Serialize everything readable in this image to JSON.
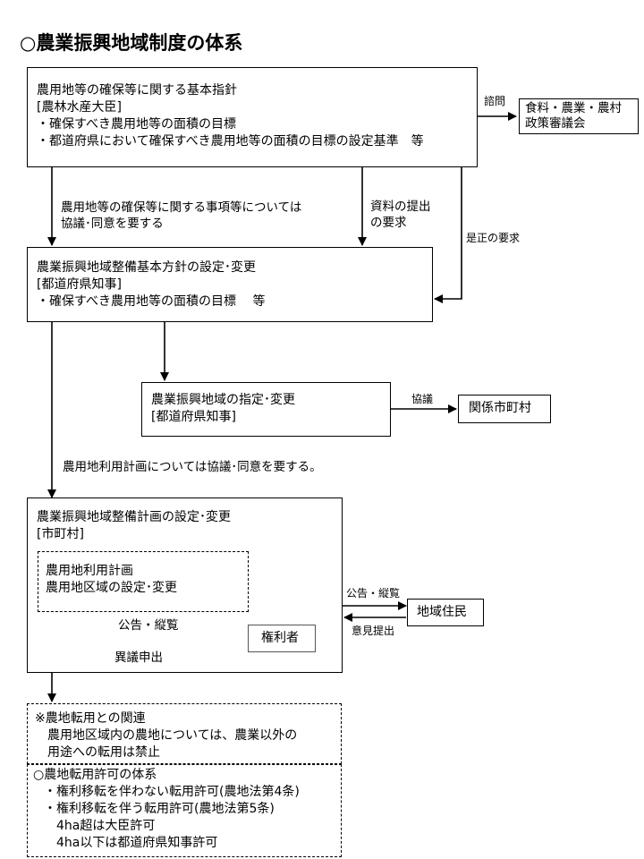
{
  "title": "○農業振興地域制度の体系",
  "basic_guideline": {
    "lines": [
      "農用地等の確保等に関する基本指針",
      "[農林水産大臣]",
      "・確保すべき農用地等の面積の目標",
      "・都道府県において確保すべき農用地等の面積の目標の設定基準　等"
    ]
  },
  "council": {
    "consult_label": "諮問",
    "lines": [
      "食料・農業・農村",
      "政策審議会"
    ]
  },
  "edge_labels": {
    "consultation_agreement": [
      "農用地等の確保等に関する事項等については",
      "協議･同意を要する"
    ],
    "submit_request": [
      "資料の提出",
      "の要求"
    ],
    "correction_request": "是正の要求",
    "land_use_plan_agreement": "農用地利用計画については協議･同意を要する。",
    "municipalities_consult": "協議",
    "public_notice_residents": "公告・縦覧",
    "opinion_submission": "意見提出",
    "public_notice_rights": "公告・縦覧",
    "objection": "異議申出"
  },
  "prefecture_policy": {
    "lines": [
      "農業振興地域整備基本方針の設定･変更",
      "[都道府県知事]",
      "・確保すべき農用地等の面積の目標　 等"
    ]
  },
  "designation": {
    "lines": [
      "農業振興地域の指定･変更",
      "[都道府県知事]"
    ]
  },
  "municipalities": {
    "label": "関係市町村"
  },
  "municipal_plan": {
    "lines": [
      "農業振興地域整備計画の設定･変更",
      "[市町村]"
    ]
  },
  "land_use_plan": {
    "lines": [
      "農用地利用計画",
      "農用地区域の設定･変更"
    ]
  },
  "rights_holder": {
    "label": "権利者"
  },
  "residents": {
    "label": "地域住民"
  },
  "conversion_relation": {
    "lines": [
      "※農地転用との関連",
      "　農用地区域内の農地については、農業以外の",
      "　用途への転用は禁止"
    ]
  },
  "conversion_permit": {
    "lines": [
      "○農地転用許可の体系",
      "・権利移転を伴わない転用許可(農地法第4条)",
      "・権利移転を伴う転用許可(農地法第5条)",
      "　4ha超は大臣許可",
      "　4ha以下は都道府県知事許可"
    ]
  }
}
